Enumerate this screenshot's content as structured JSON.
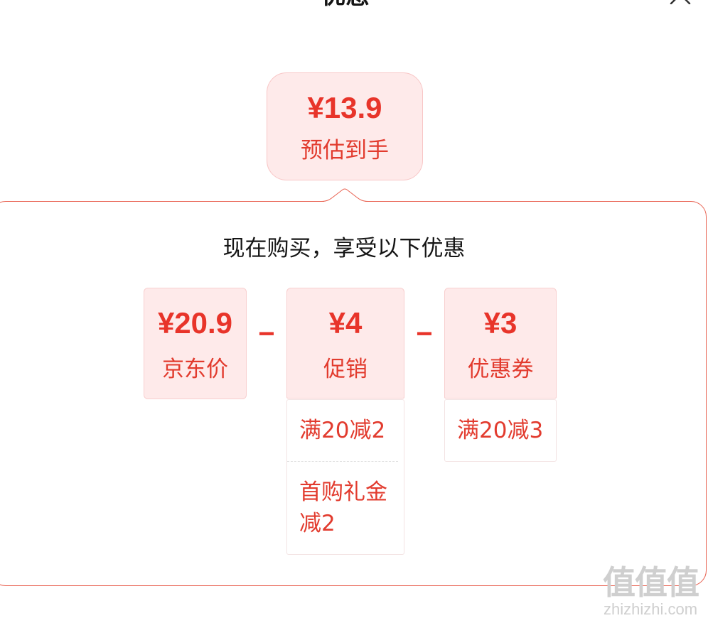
{
  "header": {
    "title": "优惠",
    "close_icon": "close-icon"
  },
  "estimate": {
    "price": "¥13.9",
    "label": "预估到手"
  },
  "panel": {
    "heading": "现在购买，享受以下优惠"
  },
  "breakdown": {
    "operator": "−",
    "base": {
      "price": "¥20.9",
      "label": "京东价"
    },
    "promotion": {
      "price": "¥4",
      "label": "促销",
      "details": [
        "满20减2",
        "首购礼金减2"
      ]
    },
    "coupon": {
      "price": "¥3",
      "label": "优惠券",
      "details": [
        "满20减3"
      ]
    }
  },
  "watermark": {
    "logo": "值值值",
    "site": "zhizhizhi.com"
  },
  "colors": {
    "accent": "#e8342a",
    "label": "#e23b2e",
    "card_bg": "#feeaea",
    "panel_border": "#e8604f"
  }
}
